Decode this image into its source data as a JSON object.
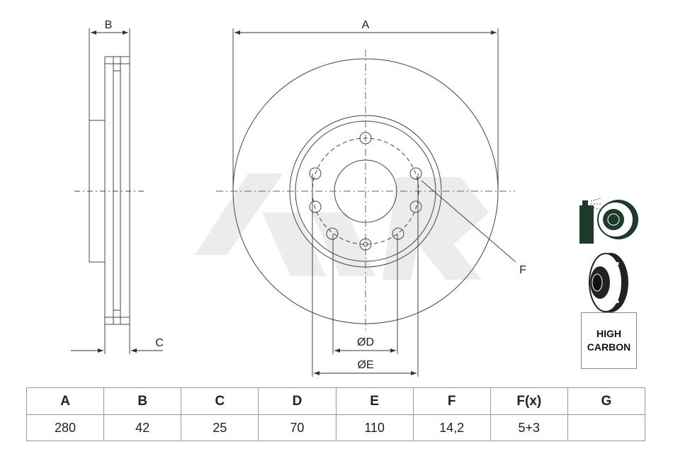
{
  "drawing": {
    "dimension_labels": {
      "A": "A",
      "B": "B",
      "C": "C",
      "F": "F",
      "D": "ØD",
      "E": "ØE"
    },
    "badge": {
      "line1": "HIGH",
      "line2": "CARBON"
    },
    "icons": [
      "spray-coated-disc-icon",
      "vented-disc-icon"
    ]
  },
  "table": {
    "headers": [
      "A",
      "B",
      "C",
      "D",
      "E",
      "F",
      "F(x)",
      "G"
    ],
    "values": [
      "280",
      "42",
      "25",
      "70",
      "110",
      "14,2",
      "5+3",
      ""
    ]
  }
}
